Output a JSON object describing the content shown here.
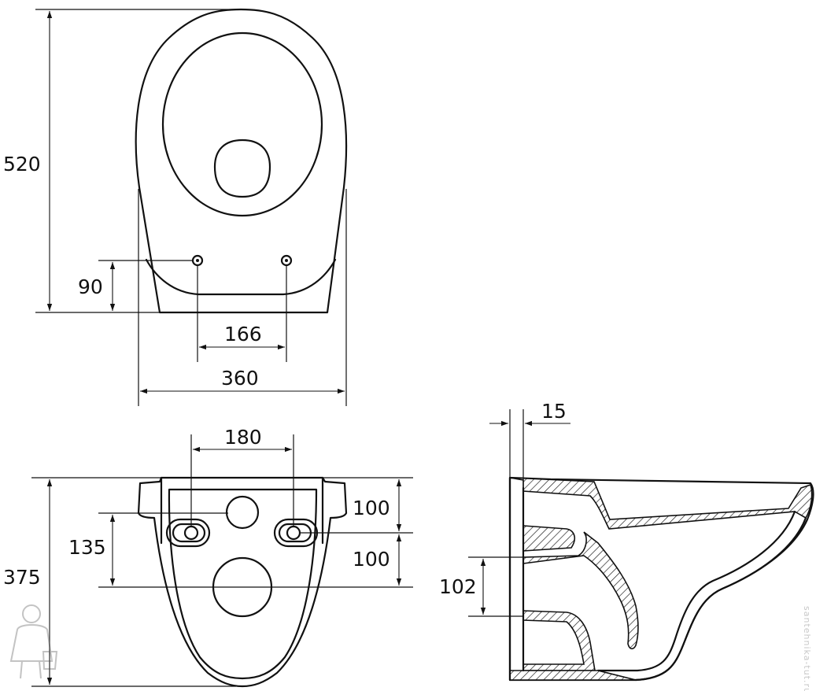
{
  "drawing": {
    "top_view": {
      "depth": "520",
      "fixing_offset": "90",
      "fixing_spacing": "166",
      "width": "360"
    },
    "rear_view": {
      "bolt_spacing": "180",
      "height": "375",
      "bolt_height": "135",
      "upper_spacing": "100",
      "lower_spacing": "100"
    },
    "side_view": {
      "wall_gap": "15",
      "outlet_height": "102"
    }
  },
  "watermark": {
    "text": "santehnika-tut.ru"
  }
}
